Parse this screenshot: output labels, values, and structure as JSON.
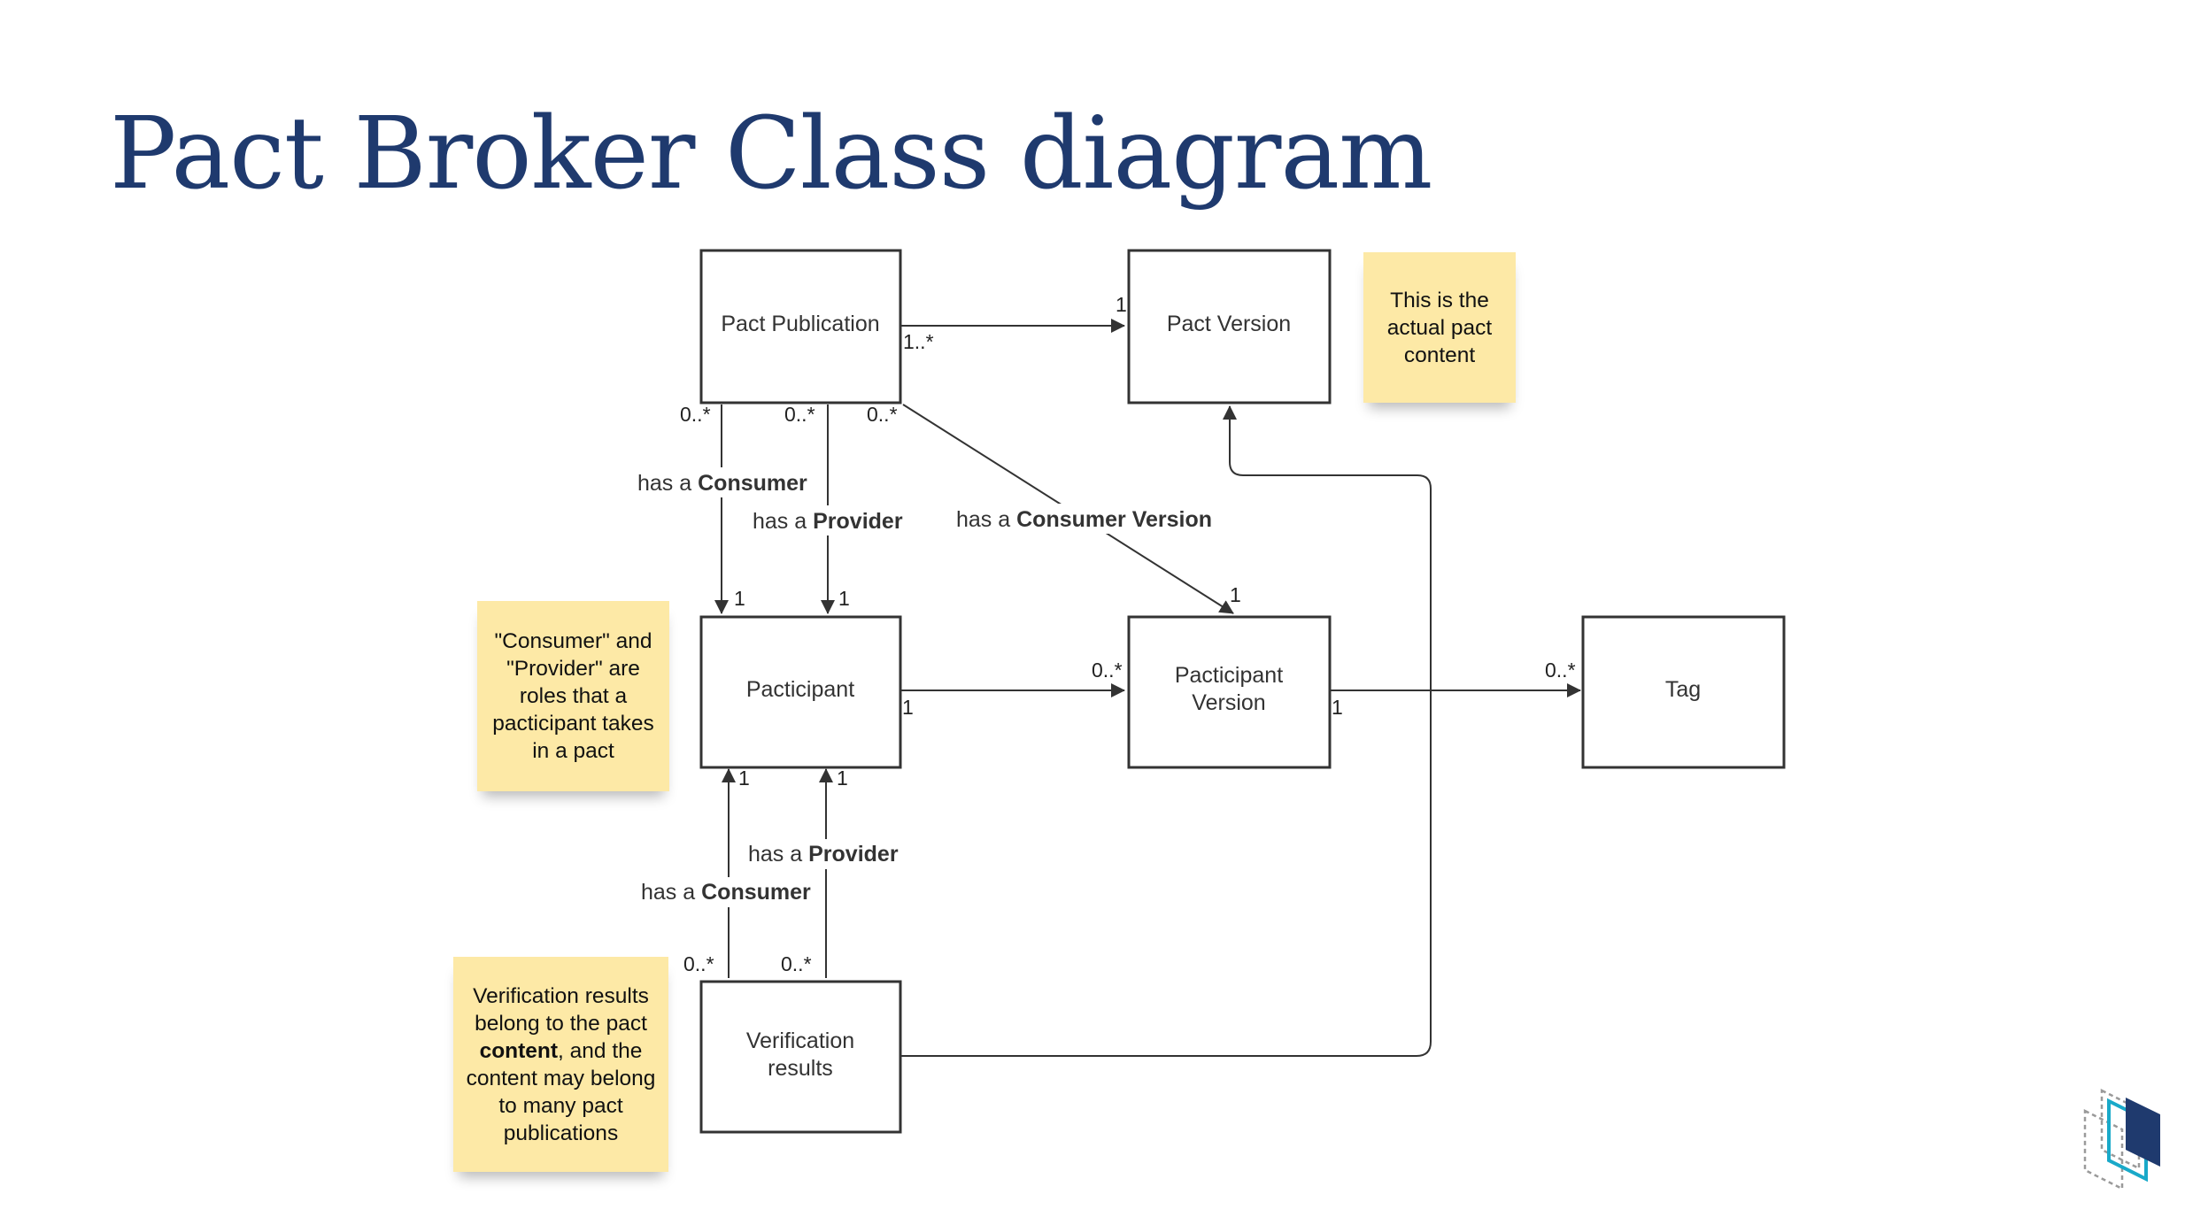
{
  "title": "Pact Broker Class diagram",
  "classes": {
    "pact_publication": "Pact Publication",
    "pact_version": "Pact Version",
    "participant": "Pacticipant",
    "participant_version_1": "Pacticipant",
    "participant_version_2": "Version",
    "tag": "Tag",
    "verification_1": "Verification",
    "verification_2": "results"
  },
  "relationships": {
    "has_a": "has a",
    "consumer": "Consumer",
    "provider": "Provider",
    "consumer_version": "Consumer Version"
  },
  "multiplicities": {
    "one": "1",
    "one_to_many": "1..*",
    "zero_to_many": "0..*"
  },
  "notes": {
    "pact_version": [
      "This is the",
      "actual pact",
      "content"
    ],
    "roles": [
      "\"Consumer\" and",
      "\"Provider\" are",
      "roles that a",
      "pacticipant takes",
      "in a pact"
    ],
    "verification": {
      "line1": "Verification results",
      "line2": "belong to the pact",
      "line3_bold": "content",
      "line3_rest": ", and the",
      "line4": "content may belong",
      "line5": "to many pact",
      "line6": "publications"
    }
  },
  "colors": {
    "title": "#1f3a6e",
    "note_background": "#fde9a6",
    "logo_dark": "#1f3a6e",
    "logo_cyan": "#19a9c9"
  },
  "icons": [
    "company-logo"
  ]
}
